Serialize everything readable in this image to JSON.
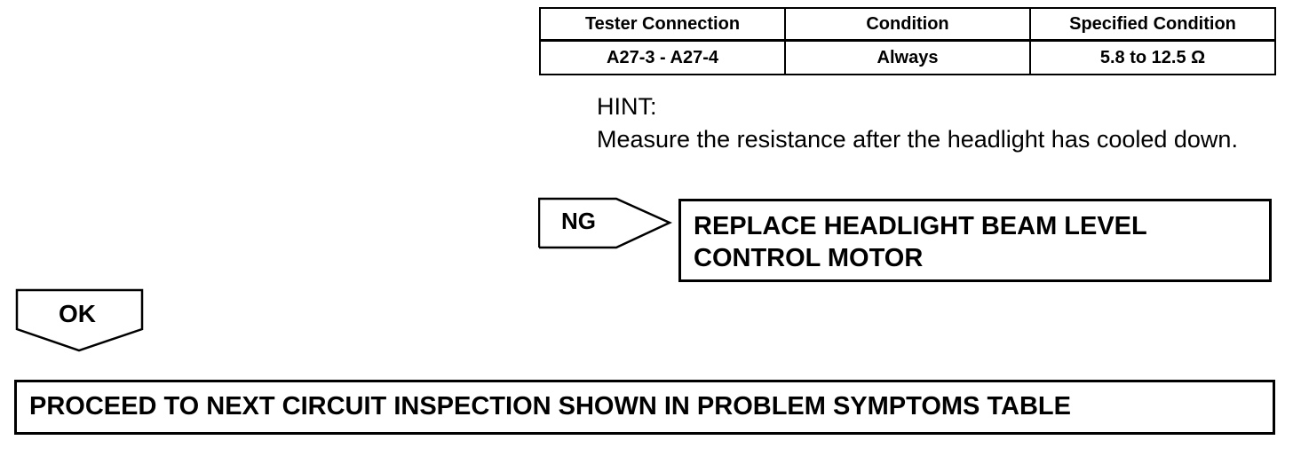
{
  "table": {
    "headers": [
      "Tester Connection",
      "Condition",
      "Specified Condition"
    ],
    "rows": [
      [
        "A27-3 - A27-4",
        "Always",
        "5.8 to 12.5 Ω"
      ]
    ]
  },
  "hint": {
    "label": "HINT:",
    "text": "Measure the resistance after the headlight has cooled down."
  },
  "ng": {
    "label": "NG",
    "action_line1": "REPLACE HEADLIGHT BEAM LEVEL",
    "action_line2": "CONTROL MOTOR"
  },
  "ok": {
    "label": "OK",
    "action": "PROCEED TO NEXT CIRCUIT INSPECTION SHOWN IN PROBLEM SYMPTOMS TABLE"
  }
}
